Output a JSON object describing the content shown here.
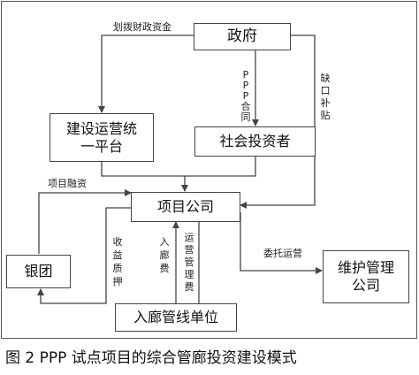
{
  "nodes": {
    "government": "政府",
    "platform_line1": "建设运营统",
    "platform_line2": "一平台",
    "social_investor": "社会投资者",
    "project_company": "项目公司",
    "bank_group": "银团",
    "maintenance_line1": "维护管理",
    "maintenance_line2": "公司",
    "pipeline_unit": "入廊管线单位"
  },
  "edge_labels": {
    "fiscal_allocation": "划拨财政资金",
    "ppp_contract": "PPP合同",
    "gap_subsidy": "缺口补贴",
    "project_financing": "项目融资",
    "revenue_pledge": "收益质押",
    "entry_fee": "入廊费",
    "om_fee": "运营管理费",
    "entrusted_operation": "委托运营"
  },
  "caption": "图 2  PPP 试点项目的综合管廊投资建设模式"
}
